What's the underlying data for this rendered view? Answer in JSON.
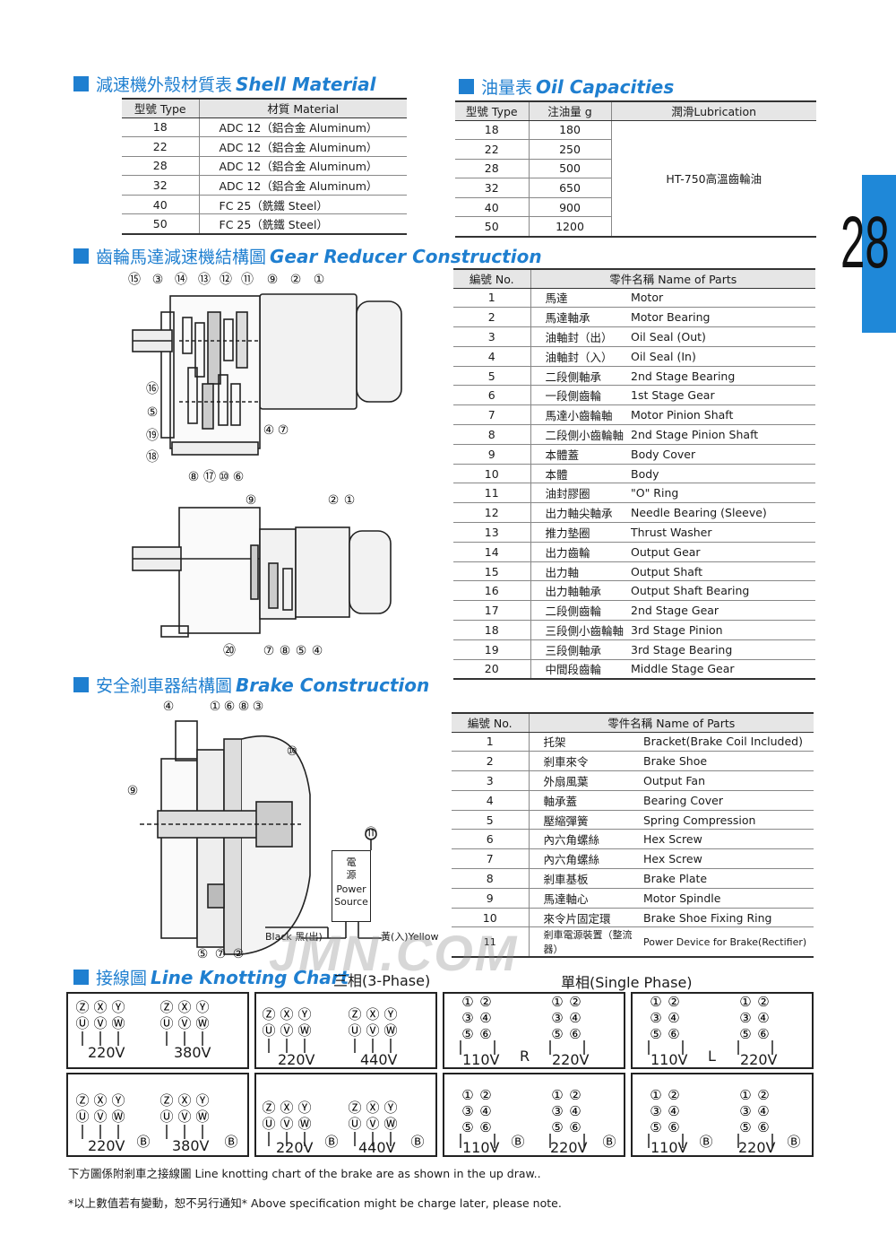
{
  "page_number": "28",
  "shell_material": {
    "title_zh": "減速機外殼材質表",
    "title_en": "Shell Material",
    "headers": [
      "型號 Type",
      "材質 Material"
    ],
    "rows": [
      [
        "18",
        "ADC  12（鋁合金 Aluminum）"
      ],
      [
        "22",
        "ADC  12（鋁合金 Aluminum）"
      ],
      [
        "28",
        "ADC  12（鋁合金 Aluminum）"
      ],
      [
        "32",
        "ADC  12（鋁合金 Aluminum）"
      ],
      [
        "40",
        "FC  25（銑鐵 Steel）"
      ],
      [
        "50",
        "FC  25（銑鐵 Steel）"
      ]
    ]
  },
  "oil_capacities": {
    "title_zh": "油量表",
    "title_en": "Oil Capacities",
    "headers": [
      "型號 Type",
      "注油量 g",
      "潤滑Lubrication"
    ],
    "rows": [
      [
        "18",
        "180"
      ],
      [
        "22",
        "250"
      ],
      [
        "28",
        "500"
      ],
      [
        "32",
        "650"
      ],
      [
        "40",
        "900"
      ],
      [
        "50",
        "1200"
      ]
    ],
    "lubrication": "HT-750高溫齒輪油"
  },
  "gear_reducer": {
    "title_zh": "齒輪馬達減速機結構圖",
    "title_en": "Gear Reducer Construction",
    "headers": [
      "編號 No.",
      "零件名稱 Name of Parts"
    ],
    "parts": [
      [
        "1",
        "馬達",
        "Motor"
      ],
      [
        "2",
        "馬達軸承",
        "Motor Bearing"
      ],
      [
        "3",
        "油軸封（出）",
        "Oil Seal (Out)"
      ],
      [
        "4",
        "油軸封（入）",
        "Oil Seal (In)"
      ],
      [
        "5",
        "二段側軸承",
        "2nd Stage Bearing"
      ],
      [
        "6",
        "一段側齒輪",
        "1st Stage Gear"
      ],
      [
        "7",
        "馬達小齒輪軸",
        "Motor Pinion Shaft"
      ],
      [
        "8",
        "二段側小齒輪軸",
        "2nd Stage Pinion Shaft"
      ],
      [
        "9",
        "本體蓋",
        "Body Cover"
      ],
      [
        "10",
        "本體",
        "Body"
      ],
      [
        "11",
        "油封膠圈",
        "\"O\" Ring"
      ],
      [
        "12",
        "出力軸尖軸承",
        "Needle Bearing (Sleeve)"
      ],
      [
        "13",
        "推力墊圈",
        "Thrust Washer"
      ],
      [
        "14",
        "出力齒輪",
        "Output Gear"
      ],
      [
        "15",
        "出力軸",
        "Output Shaft"
      ],
      [
        "16",
        "出力軸軸承",
        "Output Shaft Bearing"
      ],
      [
        "17",
        "二段側齒輪",
        "2nd Stage Gear"
      ],
      [
        "18",
        "三段側小齒輪軸",
        "3rd Stage Pinion"
      ],
      [
        "19",
        "三段側軸承",
        "3rd Stage Bearing"
      ],
      [
        "20",
        "中間段齒輪",
        "Middle Stage Gear"
      ]
    ],
    "diagram_top_labels": [
      "⑮",
      "③",
      "⑭",
      "⑬",
      "⑫",
      "⑪",
      "⑨",
      "②",
      "①"
    ],
    "diagram_left_labels": [
      "⑯",
      "⑤",
      "⑲",
      "⑱"
    ],
    "diagram_bottom_labels": [
      "⑧",
      "⑰",
      "⑩",
      "⑥"
    ],
    "diagram_right_labels": [
      "④",
      "⑦"
    ],
    "diagram2_labels": [
      "⑨",
      "②",
      "①",
      "⑳",
      "⑦",
      "⑧",
      "⑤",
      "④"
    ]
  },
  "brake": {
    "title_zh": "安全剎車器結構圖",
    "title_en": "Brake Construction",
    "headers": [
      "編號 No.",
      "零件名稱 Name of Parts"
    ],
    "parts": [
      [
        "1",
        "托架",
        "Bracket(Brake Coil Included)"
      ],
      [
        "2",
        "剎車來令",
        "Brake Shoe"
      ],
      [
        "3",
        "外扇風葉",
        "Output Fan"
      ],
      [
        "4",
        "軸承蓋",
        "Bearing Cover"
      ],
      [
        "5",
        "壓縮彈簧",
        "Spring Compression"
      ],
      [
        "6",
        "內六角螺絲",
        "Hex Screw"
      ],
      [
        "7",
        "內六角螺絲",
        "Hex Screw"
      ],
      [
        "8",
        "剎車基板",
        "Brake Plate"
      ],
      [
        "9",
        "馬達軸心",
        "Motor Spindle"
      ],
      [
        "10",
        "來令片固定環",
        "Brake Shoe Fixing Ring"
      ],
      [
        "11",
        "剎車電源裝置（整流器）",
        "Power Device for Brake(Rectifier)"
      ]
    ],
    "power_zh_1": "電",
    "power_zh_2": "源",
    "power_en_1": "Power",
    "power_en_2": "Source",
    "wire_black": "Black 黑(出)",
    "wire_yellow": "黃(入)Yellow",
    "diagram_labels_top": [
      "④",
      "①",
      "⑥",
      "⑧",
      "③"
    ],
    "diagram_labels_left": [
      "⑨"
    ],
    "diagram_labels_right": [
      "⑩",
      "⑪"
    ],
    "diagram_labels_bottom": [
      "⑤",
      "⑦",
      "②"
    ]
  },
  "wiring": {
    "title_zh": "接線圖",
    "title_en": "Line Knotting Chart",
    "three_phase": "三相(3-Phase)",
    "single_phase": "單相(Single Phase)",
    "v220": "220V",
    "v380": "380V",
    "v440": "440V",
    "v110": "110V",
    "r": "R",
    "l": "L",
    "terminals_uvw": [
      "Ⓤ",
      "Ⓥ",
      "Ⓦ"
    ],
    "terminals_zxy": [
      "Ⓩ",
      "Ⓧ",
      "Ⓨ"
    ],
    "terminals_num": [
      "①",
      "②",
      "③",
      "④",
      "⑤",
      "⑥"
    ],
    "brake_symbol": "Ⓑ"
  },
  "notes": {
    "brake_chart": "下方圖係附剎車之接線圖 Line knotting chart of the brake are as shown in the up draw..",
    "disclaimer": "*以上數值若有變動，恕不另行通知*  Above specification might be charge later, please note."
  },
  "watermark": "JMN.COM"
}
